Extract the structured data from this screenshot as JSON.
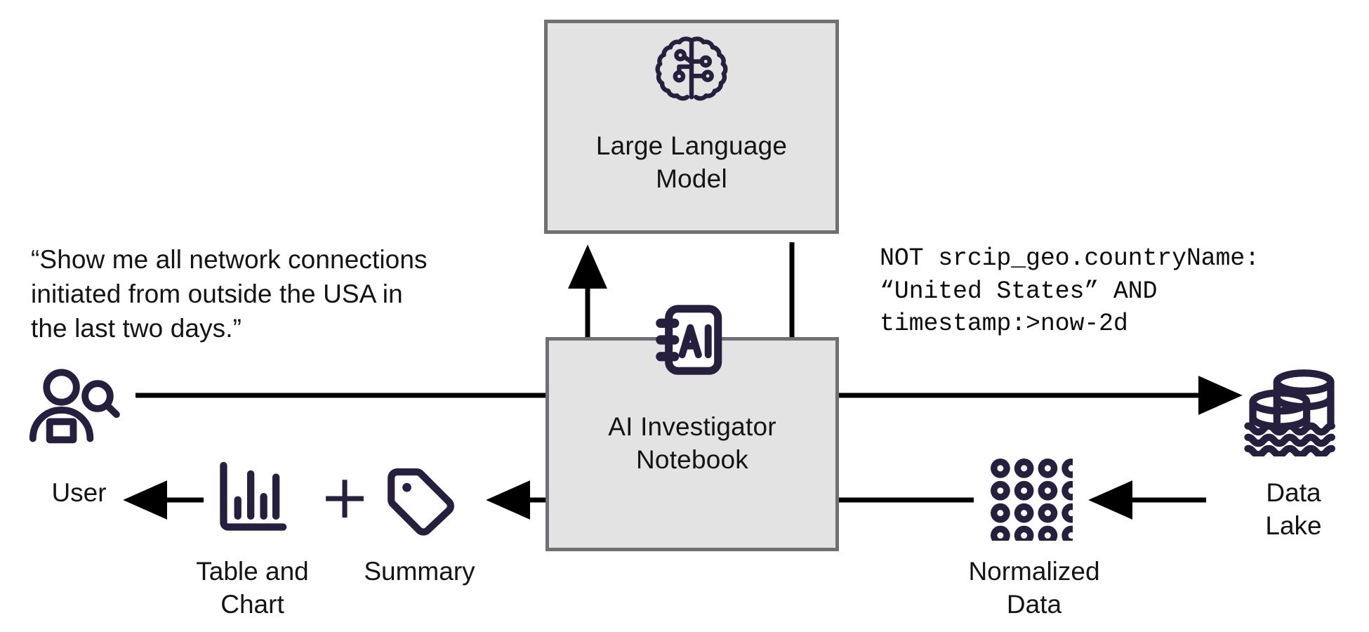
{
  "diagram": {
    "title": "AI Investigator Notebook workflow",
    "colors": {
      "ink": "#261f3d",
      "box_fill": "#e3e3e3",
      "box_border": "#6e7073",
      "arrow": "#000000",
      "text": "#141414",
      "background": "#ffffff"
    }
  },
  "nodes": {
    "llm": {
      "label": "Large Language\nModel",
      "icon": "brain-icon"
    },
    "notebook": {
      "label": "AI Investigator\nNotebook",
      "icon": "ai-notebook-icon"
    },
    "user": {
      "label": "User",
      "icon": "user-search-icon"
    },
    "data_lake": {
      "label": "Data\nLake",
      "icon": "data-lake-icon"
    },
    "normalized_data": {
      "label": "Normalized\nData",
      "icon": "dot-grid-icon"
    },
    "table_chart": {
      "label": "Table and\nChart",
      "icon": "bar-chart-icon"
    },
    "summary": {
      "label": "Summary",
      "icon": "tag-icon"
    },
    "combiner": {
      "label": "+"
    }
  },
  "annotations": {
    "user_prompt": "“Show me all network connections\ninitiated from outside the USA in\nthe last two days.”",
    "generated_query": "NOT srcip_geo.countryName:\n“United States” AND\ntimestamp:>now-2d"
  },
  "connectors": [
    {
      "name": "user-to-notebook-to-llm",
      "from": "user",
      "to": "llm",
      "direction": "up"
    },
    {
      "name": "llm-to-data-lake",
      "from": "llm",
      "to": "data-lake",
      "direction": "right"
    },
    {
      "name": "data-lake-to-normalized-data",
      "from": "data-lake",
      "to": "normalized-data",
      "direction": "left"
    },
    {
      "name": "normalized-data-to-notebook-to-output",
      "from": "normalized-data",
      "to": "table-chart",
      "direction": "left"
    },
    {
      "name": "output-to-user",
      "from": "table-chart",
      "to": "user",
      "direction": "left"
    }
  ]
}
